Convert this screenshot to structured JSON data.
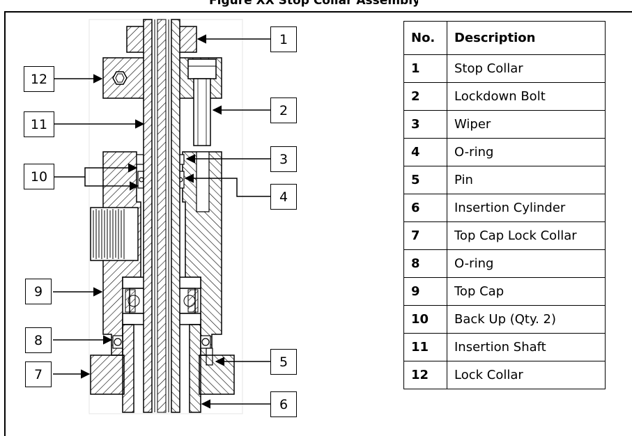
{
  "title": "Figure XX Stop Collar Assembly",
  "callouts": [
    "1",
    "2",
    "3",
    "4",
    "5",
    "6",
    "7",
    "8",
    "9",
    "10",
    "11",
    "12"
  ],
  "table": {
    "headers": {
      "no": "No.",
      "description": "Description"
    },
    "rows": [
      {
        "no": "1",
        "description": "Stop Collar"
      },
      {
        "no": "2",
        "description": "Lockdown Bolt"
      },
      {
        "no": "3",
        "description": "Wiper"
      },
      {
        "no": "4",
        "description": "O-ring"
      },
      {
        "no": "5",
        "description": "Pin"
      },
      {
        "no": "6",
        "description": "Insertion Cylinder"
      },
      {
        "no": "7",
        "description": "Top Cap Lock Collar"
      },
      {
        "no": "8",
        "description": "O-ring"
      },
      {
        "no": "9",
        "description": "Top Cap"
      },
      {
        "no": "10",
        "description": "Back Up (Qty. 2)"
      },
      {
        "no": "11",
        "description": "Insertion Shaft"
      },
      {
        "no": "12",
        "description": "Lock Collar"
      }
    ]
  },
  "colors": {
    "ink": "#000000",
    "paper": "#ffffff"
  }
}
